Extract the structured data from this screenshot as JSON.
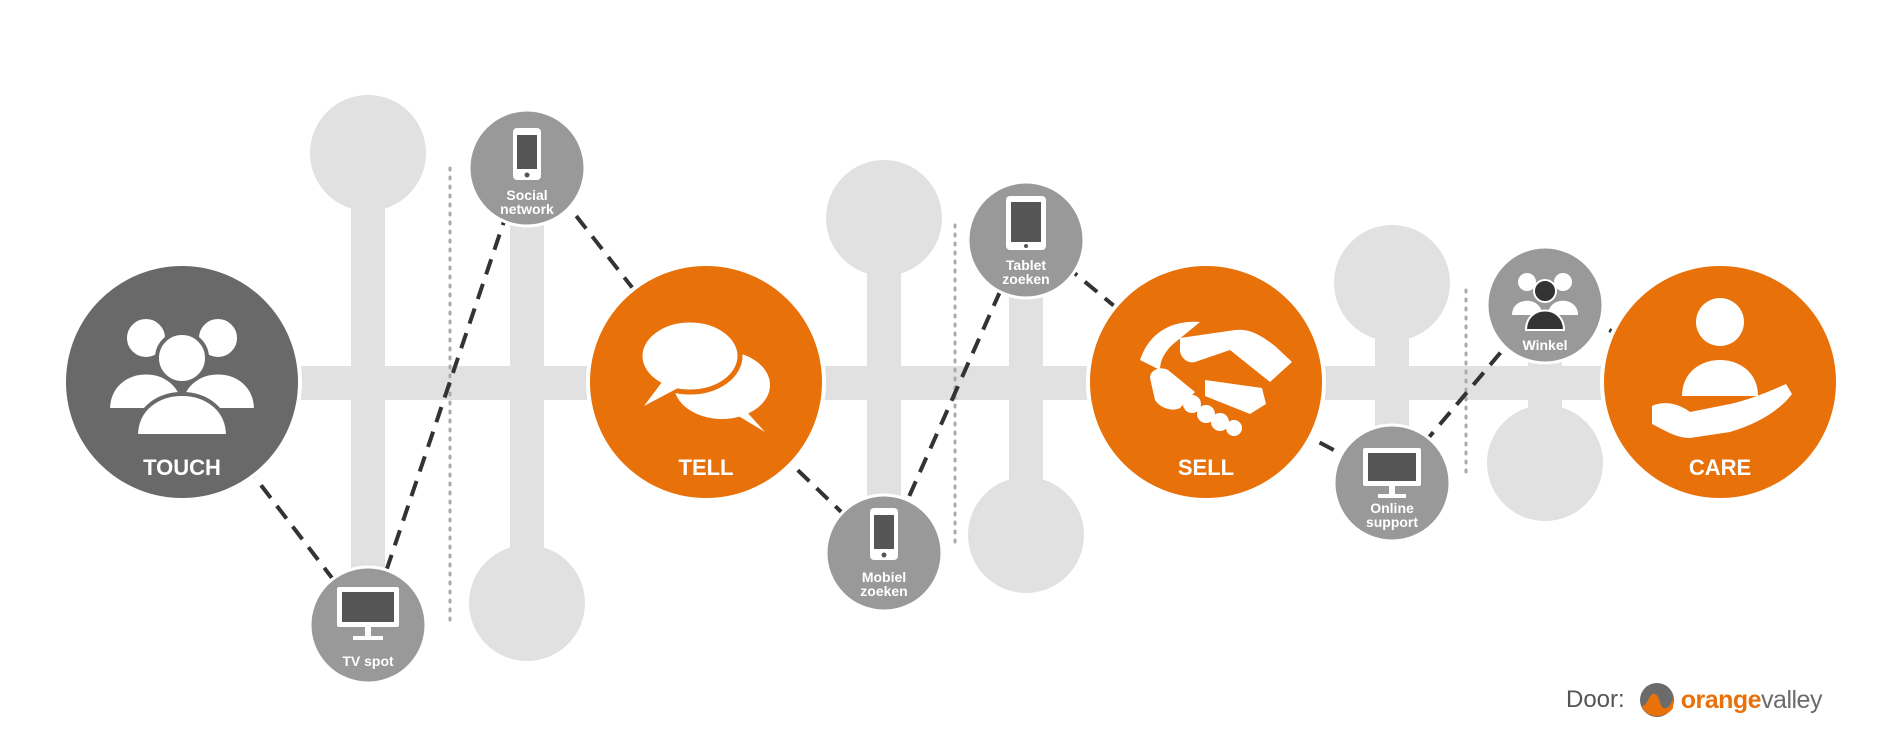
{
  "stages": [
    {
      "id": "touch",
      "label": "TOUCH",
      "icon": "people-group-icon",
      "color": "#6a6969"
    },
    {
      "id": "tell",
      "label": "TELL",
      "icon": "speech-bubbles-icon",
      "color": "#e8710a"
    },
    {
      "id": "sell",
      "label": "SELL",
      "icon": "handshake-icon",
      "color": "#e8710a"
    },
    {
      "id": "care",
      "label": "CARE",
      "icon": "hand-care-icon",
      "color": "#e8710a"
    }
  ],
  "touchpoints": [
    {
      "id": "tv",
      "lines": [
        "TV spot"
      ],
      "icon": "monitor-icon"
    },
    {
      "id": "social",
      "lines": [
        "Social",
        "network"
      ],
      "icon": "smartphone-icon"
    },
    {
      "id": "mobiel",
      "lines": [
        "Mobiel",
        "zoeken"
      ],
      "icon": "smartphone-icon"
    },
    {
      "id": "tablet",
      "lines": [
        "Tablet",
        "zoeken"
      ],
      "icon": "tablet-icon"
    },
    {
      "id": "online",
      "lines": [
        "Online",
        "support"
      ],
      "icon": "monitor-icon"
    },
    {
      "id": "winkel",
      "lines": [
        "Winkel"
      ],
      "icon": "shop-people-icon"
    }
  ],
  "colors": {
    "track": "#e1e1e1",
    "touchpoint": "#999999",
    "stage_dark": "#6a6969",
    "accent": "#e8710a",
    "path": "#333333",
    "divider": "#aaaaaa"
  },
  "credit": {
    "prefix": "Door:",
    "brand_part1": "orange",
    "brand_part2": "valley"
  }
}
